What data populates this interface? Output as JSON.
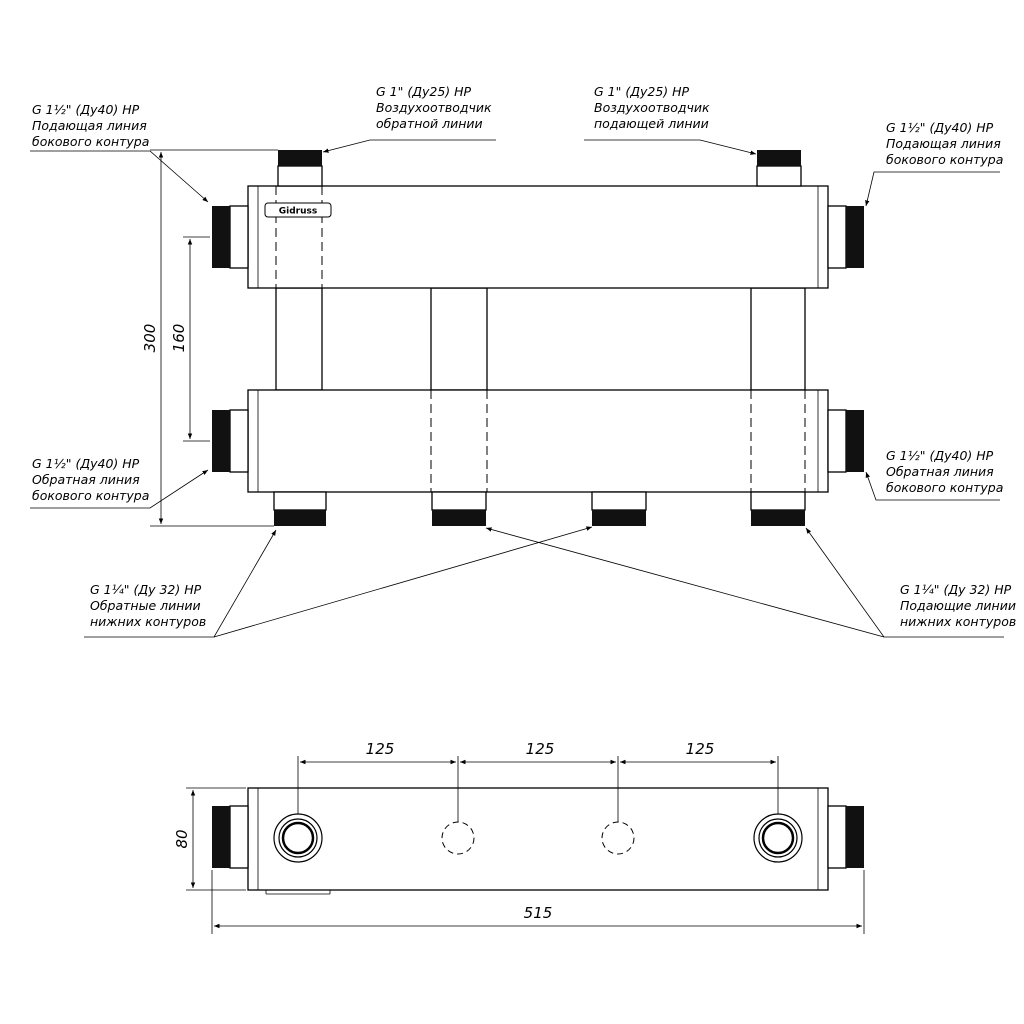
{
  "front_view": {
    "logo": "Gidruss",
    "labels": {
      "top_left": [
        "G 1½\" (Ду40) НР",
        "Подающая линия",
        "бокового контура"
      ],
      "top_air_return": [
        "G 1\" (Ду25) НР",
        "Воздухоотводчик",
        "обратной линии"
      ],
      "top_air_supply": [
        "G 1\" (Ду25) НР",
        "Воздухоотводчик",
        "подающей линии"
      ],
      "top_right": [
        "G 1½\" (Ду40) НР",
        "Подающая линия",
        "бокового контура"
      ],
      "bottom_left": [
        "G 1½\" (Ду40) НР",
        "Обратная линия",
        "бокового контура"
      ],
      "bottom_right": [
        "G 1½\" (Ду40) НР",
        "Обратная линия",
        "бокового контура"
      ],
      "return_lower": [
        "G 1¼\" (Ду 32) НР",
        "Обратные линии",
        "нижних контуров"
      ],
      "supply_lower": [
        "G 1¼\" (Ду 32) НР",
        "Подающие линии",
        "нижних контуров"
      ]
    },
    "dimensions": {
      "overall_height": "300",
      "axis_spacing": "160"
    }
  },
  "bottom_view": {
    "dimensions": {
      "pitch_1": "125",
      "pitch_2": "125",
      "pitch_3": "125",
      "depth": "80",
      "total_length": "515"
    }
  }
}
